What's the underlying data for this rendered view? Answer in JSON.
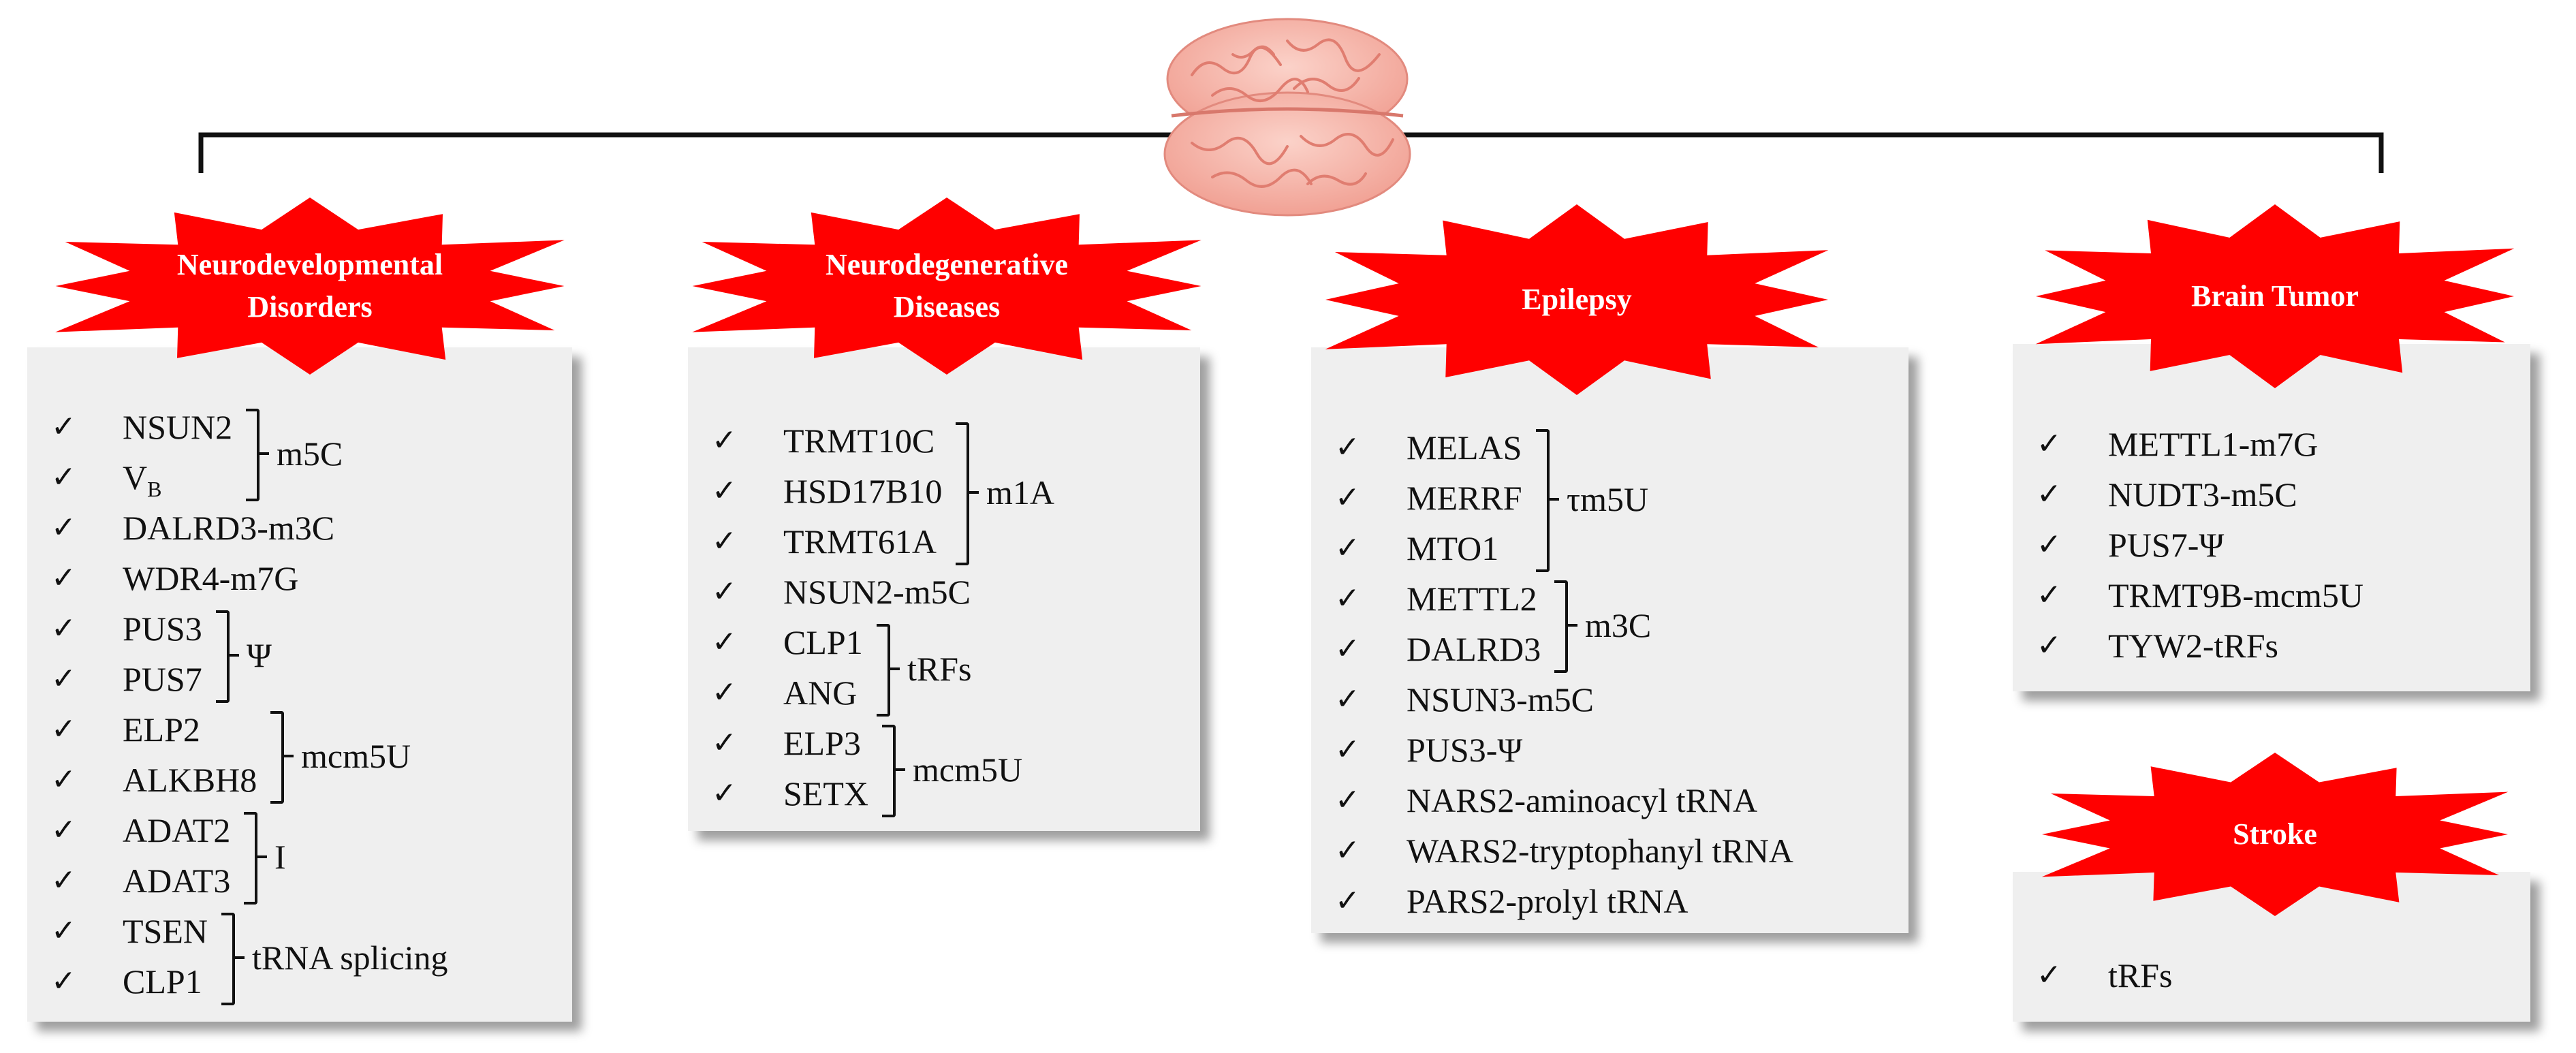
{
  "categories": [
    {
      "id": "neurodevelopmental",
      "title_lines": [
        "Neurodevelopmental",
        "Disorders"
      ],
      "items": [
        "NSUN2",
        "V",
        "DALRD3-m3C",
        "WDR4-m7G",
        "PUS3",
        "PUS7",
        "ELP2",
        "ALKBH8",
        "ADAT2",
        "ADAT3",
        "TSEN",
        "CLP1"
      ],
      "item_sub": {
        "1": "B"
      },
      "groups": [
        {
          "label": "m5C",
          "start": 0,
          "end": 1
        },
        {
          "label": "Ψ",
          "start": 4,
          "end": 5
        },
        {
          "label": "mcm5U",
          "start": 6,
          "end": 7
        },
        {
          "label": "I",
          "start": 8,
          "end": 9
        },
        {
          "label": "tRNA splicing",
          "start": 10,
          "end": 11
        }
      ]
    },
    {
      "id": "neurodegenerative",
      "title_lines": [
        "Neurodegenerative",
        "Diseases"
      ],
      "items": [
        "TRMT10C",
        "HSD17B10",
        "TRMT61A",
        "NSUN2-m5C",
        "CLP1",
        "ANG",
        "ELP3",
        "SETX"
      ],
      "item_sub": {},
      "groups": [
        {
          "label": "m1A",
          "start": 0,
          "end": 2
        },
        {
          "label": "tRFs",
          "start": 4,
          "end": 5
        },
        {
          "label": "mcm5U",
          "start": 6,
          "end": 7
        }
      ]
    },
    {
      "id": "epilepsy",
      "title_lines": [
        "Epilepsy"
      ],
      "items": [
        "MELAS",
        "MERRF",
        "MTO1",
        "METTL2",
        "DALRD3",
        "NSUN3-m5C",
        "PUS3-Ψ",
        "NARS2-aminoacyl tRNA",
        "WARS2-tryptophanyl tRNA",
        "PARS2-prolyl tRNA"
      ],
      "item_sub": {},
      "groups": [
        {
          "label": "τm5U",
          "start": 0,
          "end": 2
        },
        {
          "label": "m3C",
          "start": 3,
          "end": 4
        }
      ]
    },
    {
      "id": "brain-tumor",
      "title_lines": [
        "Brain Tumor"
      ],
      "items": [
        "METTL1-m7G",
        "NUDT3-m5C",
        "PUS7-Ψ",
        "TRMT9B-mcm5U",
        "TYW2-tRFs"
      ],
      "item_sub": {},
      "groups": []
    },
    {
      "id": "stroke",
      "title_lines": [
        "Stroke"
      ],
      "items": [
        "tRFs"
      ],
      "item_sub": {},
      "groups": []
    }
  ],
  "colors": {
    "burst": "#ff0000",
    "panel": "#efefef",
    "brain": "#f4b3a8",
    "brain_stroke": "#e58f84"
  },
  "icons": {
    "checkmark": "check-icon",
    "brain": "brain-icon"
  }
}
